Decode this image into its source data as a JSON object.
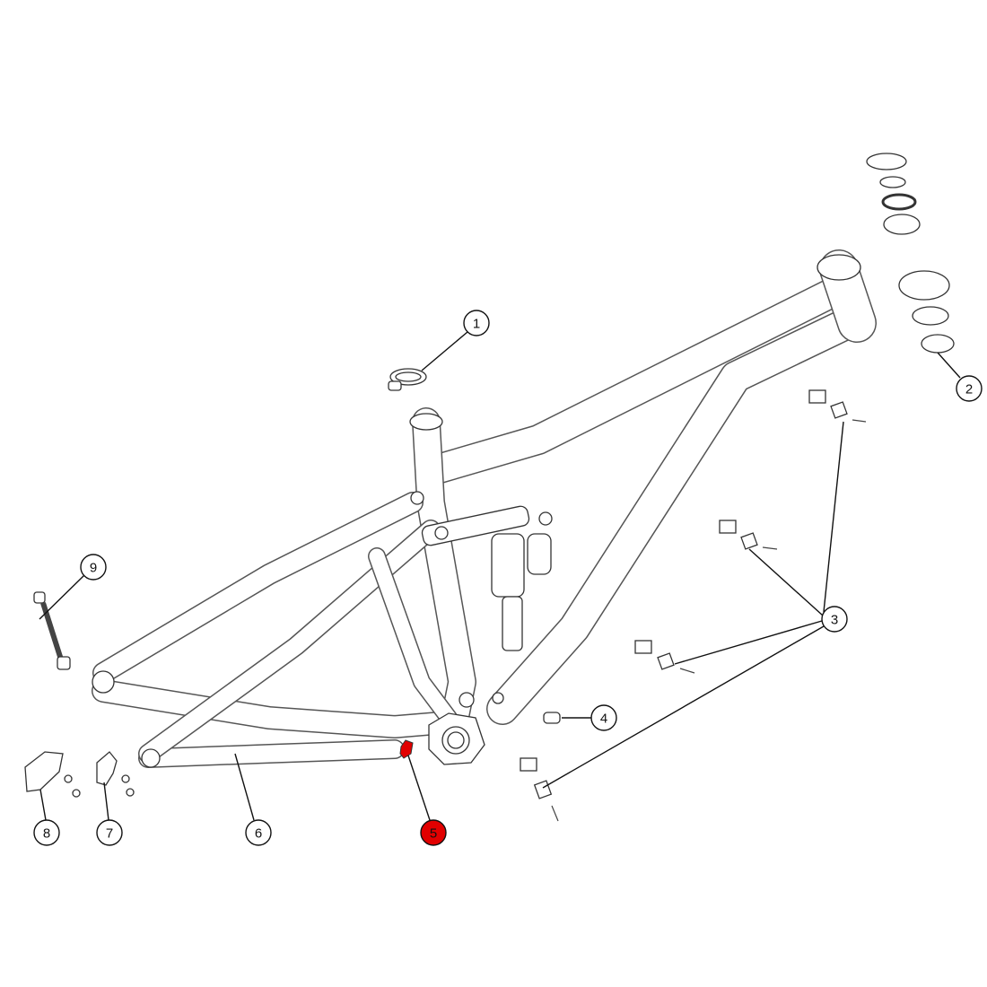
{
  "diagram": {
    "highlight_color": "#e10000",
    "selected_part": "5",
    "callouts": [
      {
        "label": "1"
      },
      {
        "label": "2"
      },
      {
        "label": "3"
      },
      {
        "label": "4"
      },
      {
        "label": "5"
      },
      {
        "label": "6"
      },
      {
        "label": "7"
      },
      {
        "label": "8"
      },
      {
        "label": "9"
      }
    ]
  }
}
